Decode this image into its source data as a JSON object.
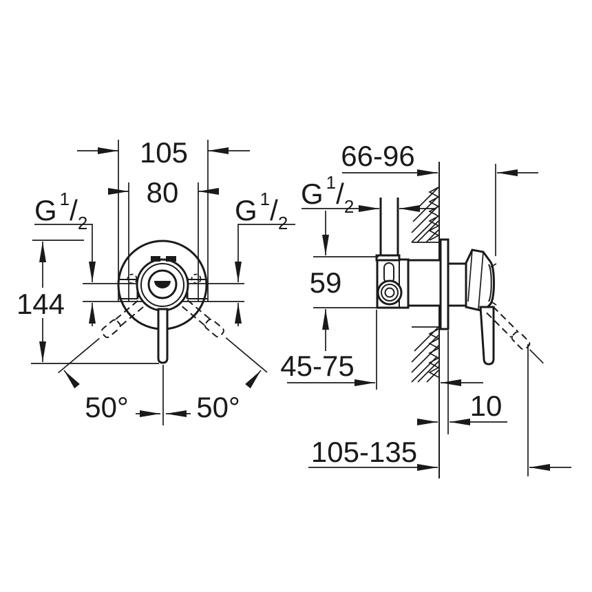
{
  "colors": {
    "ink": "#1a1a1a",
    "background": "#ffffff"
  },
  "thread_size": {
    "letter": "G",
    "numerator": "1",
    "slash": "/",
    "denominator": "2"
  },
  "front_view": {
    "dim_width_outer": "105",
    "dim_width_inner": "80",
    "dim_height": "144",
    "dim_angle_left": "50°",
    "dim_angle_right": "50°"
  },
  "side_view": {
    "dim_wall_to_handle_front": "66-96",
    "dim_body_height": "59",
    "dim_connection_to_wall": "45-75",
    "dim_plate_to_wall": "10",
    "dim_wall_to_lever_tip": "105-135"
  }
}
